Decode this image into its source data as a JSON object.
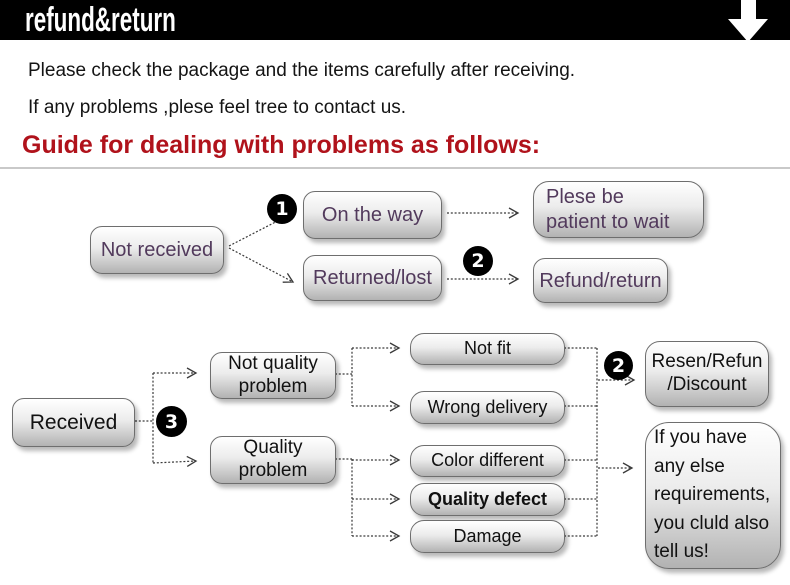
{
  "header": {
    "title": "refund&return",
    "arrow_icon": "down-arrow"
  },
  "intro": {
    "line1": "Please check the package and the items carefully after receiving.",
    "line2": "If any problems ,plese feel tree to contact us."
  },
  "heading": "Guide for dealing with problems as follows:",
  "colors": {
    "banner_bg": "#000000",
    "heading_red": "#b0121b",
    "purple_text": "#523a5c",
    "box_border": "#6e6e6e",
    "box_gradient_top": "#ffffff",
    "box_gradient_bottom": "#b2b2b2"
  },
  "flowchart1": {
    "nodes": {
      "not_received": "Not received",
      "on_the_way": "On the way",
      "returned_lost": "Returned/lost",
      "patient_wait": "Plese be\npatient to wait",
      "refund_return": "Refund/return"
    },
    "badge_on_the_way": "1",
    "badge_refund": "2"
  },
  "flowchart2": {
    "nodes": {
      "received": "Received",
      "not_quality": "Not quality\nproblem",
      "quality": "Quality\nproblem",
      "not_fit": "Not fit",
      "wrong_delivery": "Wrong delivery",
      "color_different": "Color different",
      "quality_defect": "Quality defect",
      "damage": "Damage",
      "resend": "Resen/Refun\n/Discount",
      "other_req": "If you have\nany else\nrequirements,\nyou cluld also\ntell us!"
    },
    "badge_received": "3",
    "badge_resend": "2"
  }
}
